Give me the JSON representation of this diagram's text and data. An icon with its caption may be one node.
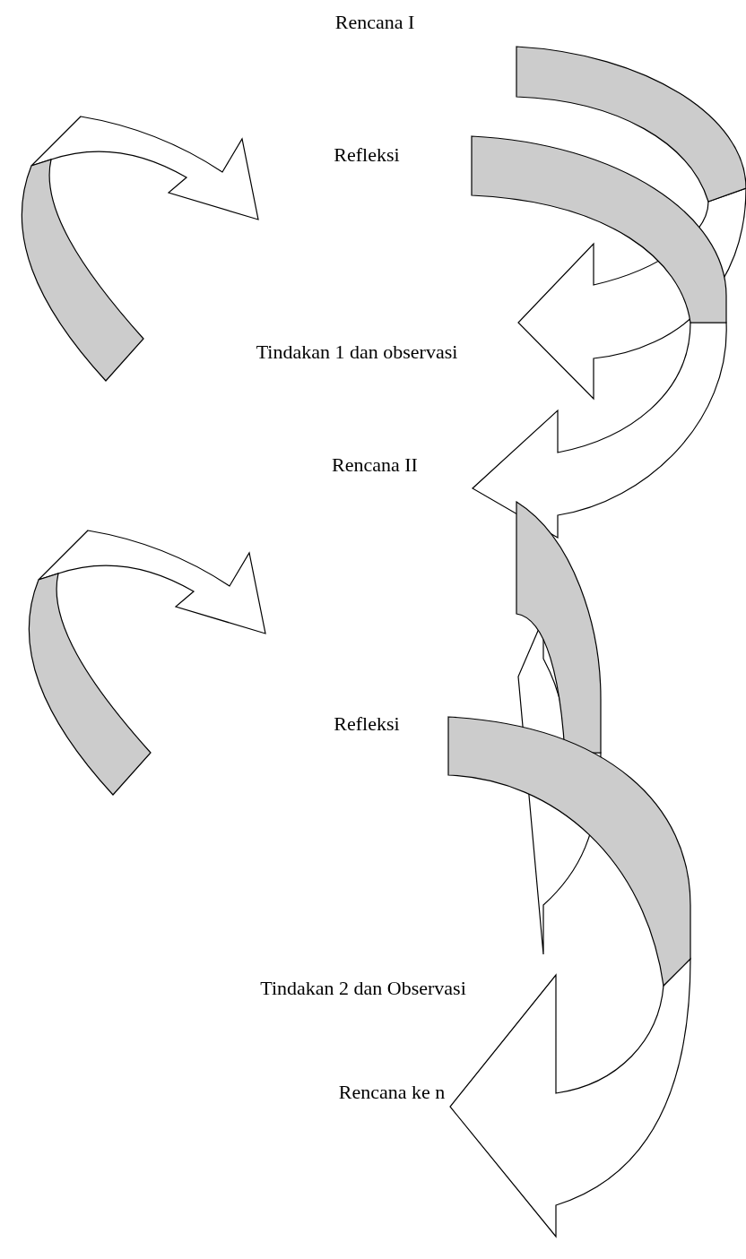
{
  "diagram": {
    "labels": [
      "Rencana I",
      "Refleksi",
      "Tindakan 1 dan observasi",
      "Rencana II",
      "Refleksi",
      "Tindakan 2 dan Observasi",
      "Rencana ke n"
    ]
  }
}
